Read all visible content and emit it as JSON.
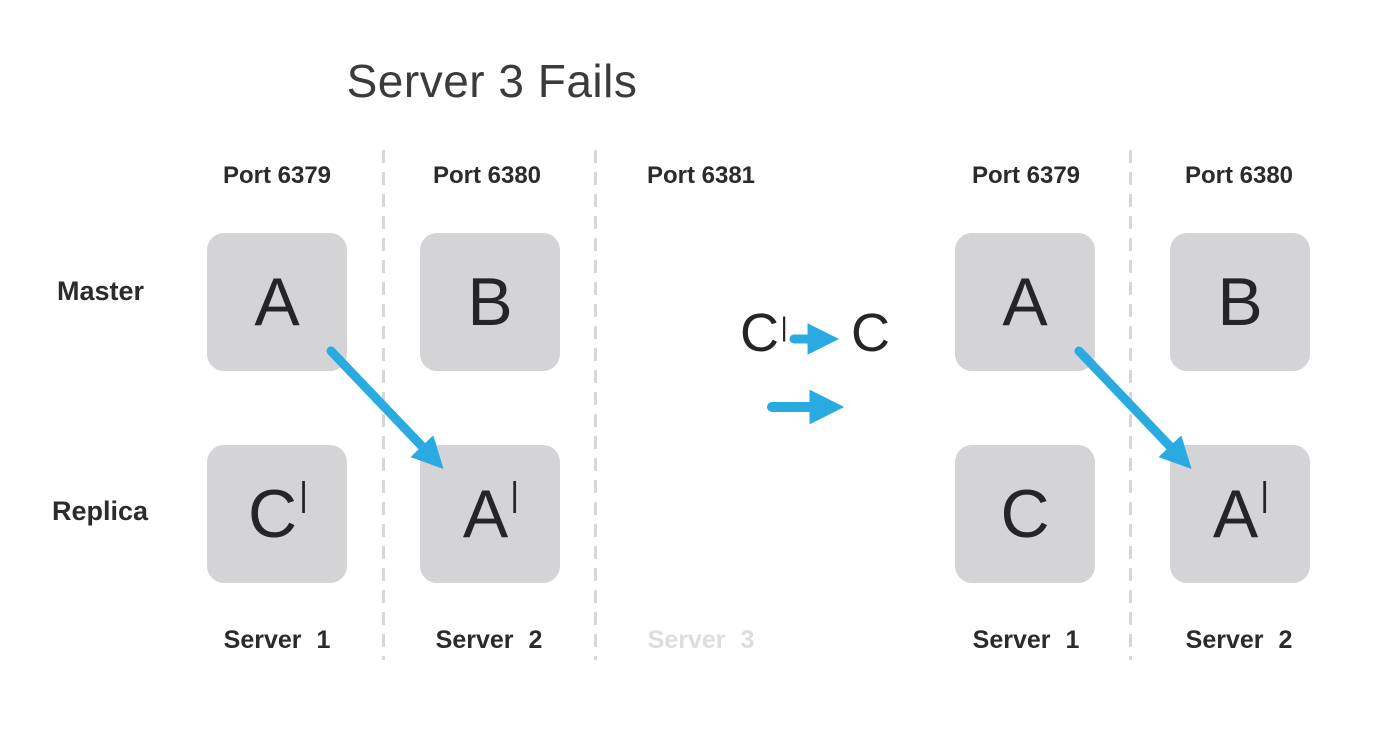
{
  "title": "Server 3 Fails",
  "colors": {
    "accent_blue": "#29abe2",
    "box_gray": "#d4d4d6",
    "text_dark": "#2b2b2b",
    "disabled_gray": "#dcdde0"
  },
  "row_labels": {
    "master": "Master",
    "replica": "Replica"
  },
  "left_cluster": {
    "ports": [
      {
        "label": "Port 6379"
      },
      {
        "label": "Port 6380"
      },
      {
        "label": "Port 6381"
      }
    ],
    "master_boxes": [
      {
        "text": "A",
        "mark": ""
      },
      {
        "text": "B",
        "mark": ""
      }
    ],
    "replica_boxes": [
      {
        "text": "C",
        "mark": "|"
      },
      {
        "text": "A",
        "mark": "|"
      }
    ],
    "servers": [
      {
        "label": "Server 1",
        "disabled": false
      },
      {
        "label": "Server 2",
        "disabled": false
      },
      {
        "label": "Server 3",
        "disabled": true
      }
    ]
  },
  "transition": {
    "from_text": "C",
    "from_mark": "|",
    "to_text": "C",
    "to_mark": ""
  },
  "right_cluster": {
    "ports": [
      {
        "label": "Port 6379"
      },
      {
        "label": "Port 6380"
      }
    ],
    "master_boxes": [
      {
        "text": "A",
        "mark": ""
      },
      {
        "text": "B",
        "mark": ""
      }
    ],
    "replica_boxes": [
      {
        "text": "C",
        "mark": ""
      },
      {
        "text": "A",
        "mark": "|"
      }
    ],
    "servers": [
      {
        "label": "Server 1",
        "disabled": false
      },
      {
        "label": "Server 2",
        "disabled": false
      }
    ]
  }
}
